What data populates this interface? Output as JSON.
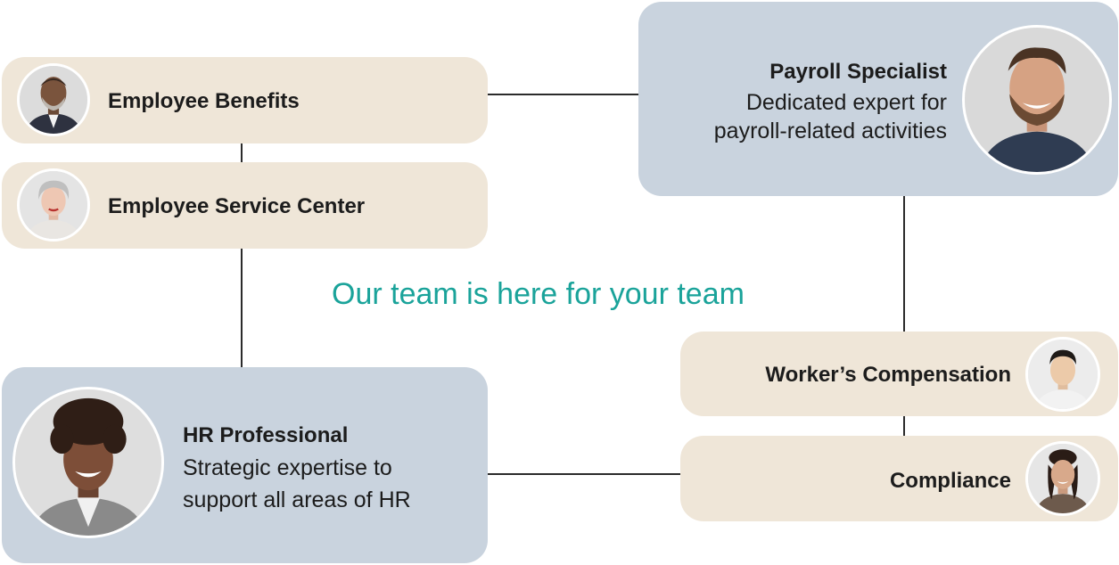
{
  "headline": "Our team is here for your team",
  "colors": {
    "headline": "#1aa39a",
    "beige_card": "#efe6d8",
    "blue_card": "#c9d3de",
    "connector": "#2b2b2b"
  },
  "cards": {
    "employee_benefits": {
      "title": "Employee Benefits",
      "avatar": "person-avatar-man-gray-beard"
    },
    "employee_service_center": {
      "title": "Employee Service Center",
      "avatar": "person-avatar-woman-gray-hair"
    },
    "payroll_specialist": {
      "title": "Payroll Specialist",
      "desc_line1": "Dedicated expert for",
      "desc_line2": "payroll-related activities",
      "avatar": "person-avatar-man-brown-beard"
    },
    "hr_professional": {
      "title": "HR Professional",
      "desc_line1": "Strategic expertise to",
      "desc_line2": "support all areas of HR",
      "avatar": "person-avatar-woman-curly-hair"
    },
    "workers_compensation": {
      "title": "Worker’s Compensation",
      "avatar": "person-avatar-man-black-hair"
    },
    "compliance": {
      "title": "Compliance",
      "avatar": "person-avatar-woman-dark-hair"
    }
  }
}
